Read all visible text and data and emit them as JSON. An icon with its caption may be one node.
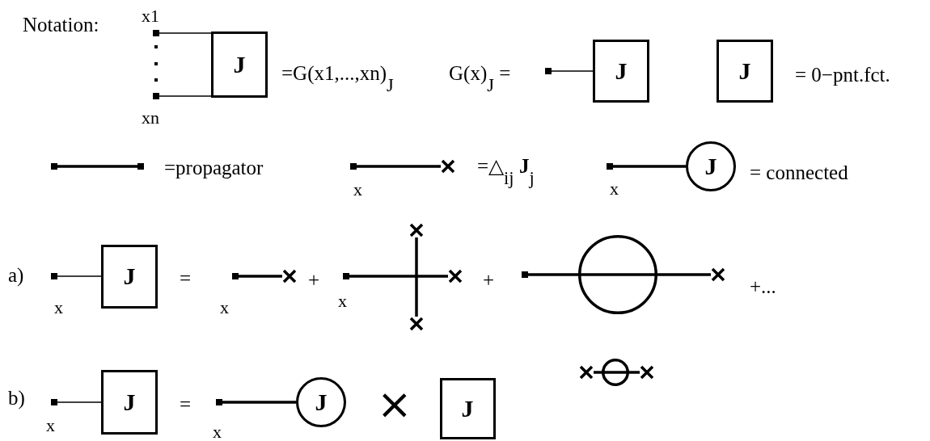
{
  "diagram": {
    "nodes": [
      {
        "text": [],
        "shape": "dot",
        "beside": [
          "x1"
        ]
      },
      {
        "text": [],
        "shape": "dot",
        "beside": [
          "xn"
        ]
      },
      {
        "text": [
          "J"
        ]
      },
      {
        "text": [],
        "shape": "dot"
      },
      {
        "text": [
          "J"
        ]
      },
      {
        "text": [
          "J"
        ]
      },
      {
        "text": [],
        "shape": "dot"
      },
      {
        "text": [],
        "shape": "dot"
      },
      {
        "text": [],
        "shape": "dot",
        "beside": [
          "x"
        ]
      },
      {
        "text": [],
        "shape": "cross"
      },
      {
        "text": [],
        "shape": "dot",
        "beside": [
          "x"
        ]
      },
      {
        "text": [
          "J"
        ]
      },
      {
        "text": [],
        "shape": "dot",
        "beside": [
          "x"
        ]
      },
      {
        "text": [
          "J"
        ]
      },
      {
        "text": [],
        "shape": "dot",
        "beside": [
          "x"
        ]
      },
      {
        "text": [],
        "shape": "cross"
      },
      {
        "text": [],
        "shape": "dot",
        "beside": [
          "x"
        ]
      },
      {
        "text": [],
        "shape": "cross"
      },
      {
        "text": [],
        "shape": "cross"
      },
      {
        "text": [],
        "shape": "cross"
      },
      {
        "text": [],
        "shape": "dot"
      },
      {
        "text": [],
        "shape": "circle"
      },
      {
        "text": [],
        "shape": "cross"
      },
      {
        "text": [],
        "shape": "cross"
      },
      {
        "text": [],
        "shape": "circle"
      },
      {
        "text": [],
        "shape": "cross"
      },
      {
        "text": [],
        "shape": "dot",
        "beside": [
          "x"
        ]
      },
      {
        "text": [
          "J"
        ]
      },
      {
        "text": [],
        "shape": "dot",
        "beside": [
          "x"
        ]
      },
      {
        "text": [
          "J"
        ]
      },
      {
        "text": [
          "J"
        ]
      }
    ],
    "edges": [
      {
        "from": 0,
        "to": 2,
        "arrow": "none"
      },
      {
        "from": 1,
        "to": 2,
        "arrow": "none"
      },
      {
        "from": 3,
        "to": 4,
        "arrow": "none"
      },
      {
        "from": 6,
        "to": 7,
        "arrow": "none"
      },
      {
        "from": 8,
        "to": 9,
        "arrow": "none"
      },
      {
        "from": 10,
        "to": 11,
        "arrow": "none"
      },
      {
        "from": 12,
        "to": 13,
        "arrow": "none"
      },
      {
        "from": 14,
        "to": 15,
        "arrow": "none"
      },
      {
        "from": 16,
        "to": 17,
        "arrow": "none"
      },
      {
        "from": 18,
        "to": 19,
        "arrow": "none"
      },
      {
        "from": 20,
        "to": 21,
        "arrow": "none"
      },
      {
        "from": 21,
        "to": 22,
        "arrow": "none"
      },
      {
        "from": 23,
        "to": 24,
        "arrow": "none"
      },
      {
        "from": 24,
        "to": 25,
        "arrow": "none"
      },
      {
        "from": 26,
        "to": 27,
        "arrow": "none"
      },
      {
        "from": 28,
        "to": 29,
        "arrow": "none"
      }
    ],
    "labels": [
      "Notation:",
      "=G(x1,...,xn)$_{J}$",
      "G(x)$_{J}$ =",
      "= 0−pnt.fct.",
      "=propagator",
      "=△$_{ij}$ **J**$_{j}$",
      "= connected",
      "a)",
      "=",
      "+",
      "+",
      "+...",
      "b)",
      "=",
      "×"
    ]
  }
}
